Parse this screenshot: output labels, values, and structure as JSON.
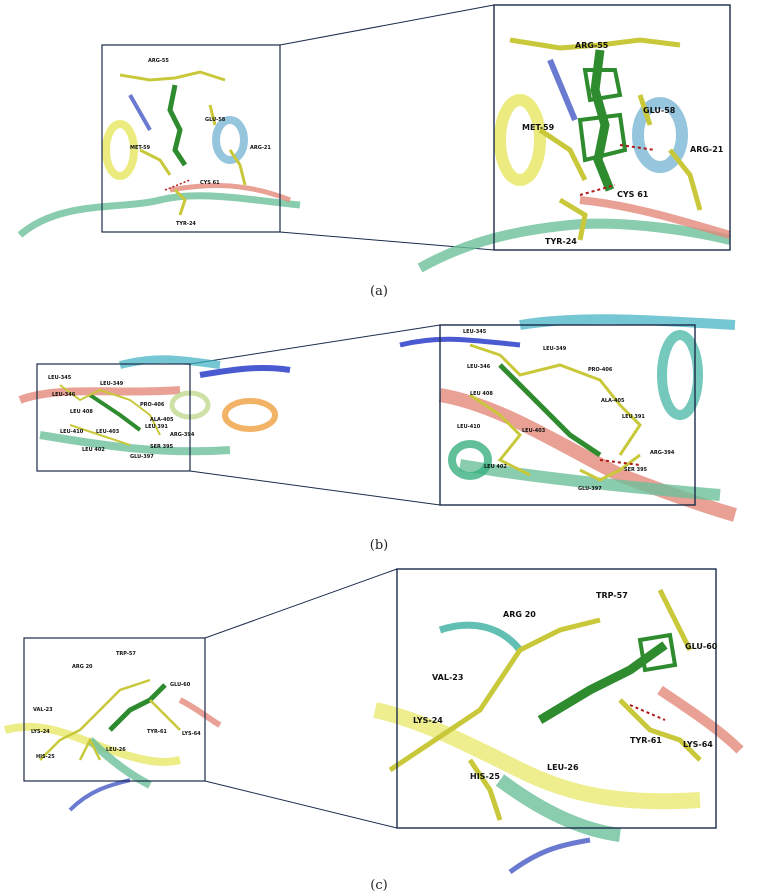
{
  "panels": [
    {
      "caption": "(a)",
      "labels": [
        "ARG-55",
        "GLU-58",
        "MET-59",
        "ARG-21",
        "CYS 61",
        "TYR-24"
      ]
    },
    {
      "caption": "(b)",
      "labels": [
        "LEU-345",
        "LEU-349",
        "LEU-346",
        "PRO-406",
        "LEU 408",
        "ALA-405",
        "LEU 391",
        "LEU-410",
        "LEU-403",
        "ARG-394",
        "LEU 402",
        "SER 395",
        "GLU-397"
      ]
    },
    {
      "caption": "(c)",
      "labels": [
        "ARG 20",
        "TRP-57",
        "GLU-60",
        "VAL-23",
        "LYS-24",
        "TYR-61",
        "LYS-64",
        "HIS-25",
        "LEU-26"
      ]
    }
  ],
  "colors": {
    "frame": "#1b2b4a",
    "ligand": "#2e8b2e",
    "residue": "#c8c83a",
    "hbond": "#b01818"
  }
}
